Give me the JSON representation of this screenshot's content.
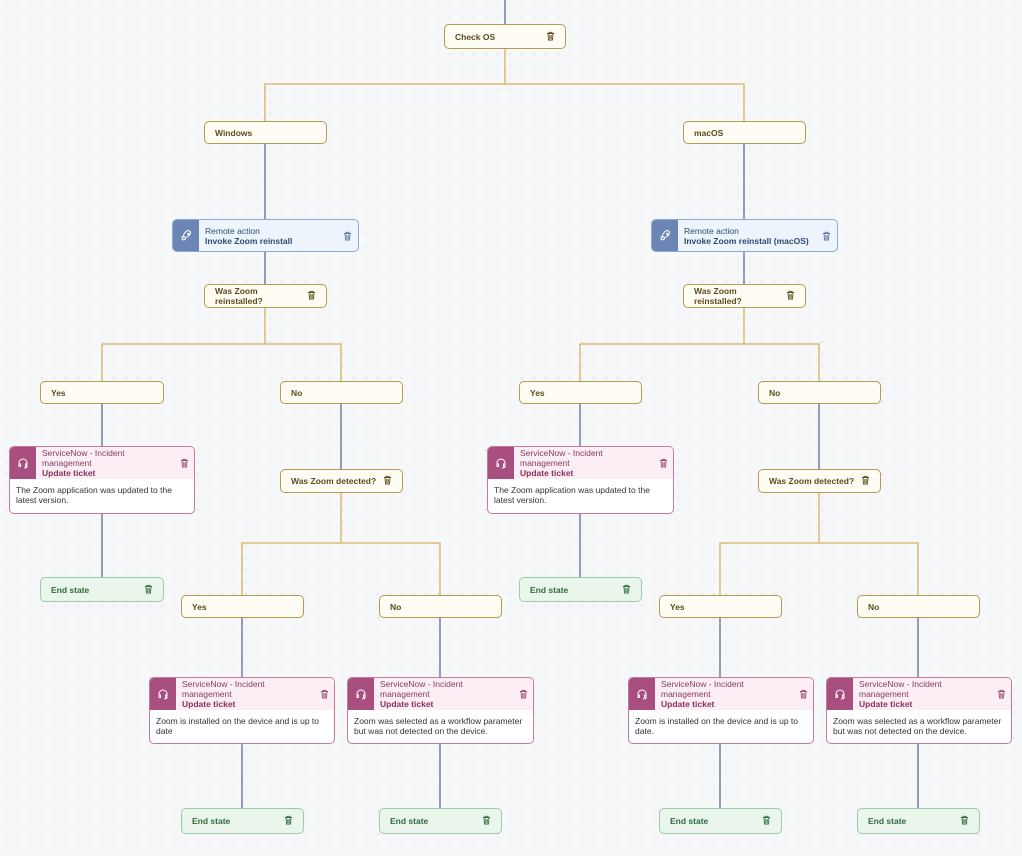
{
  "colors": {
    "gold_edge": "#d8b15e",
    "blue_edge": "#5a6f97",
    "remote_accent": "#6b86b4",
    "servicenow_accent": "#a94f80"
  },
  "nodes": {
    "check_os": "Check OS",
    "windows": "Windows",
    "macos": "macOS",
    "remote_win": {
      "subtitle": "Remote action",
      "title": "Invoke Zoom reinstall"
    },
    "remote_mac": {
      "subtitle": "Remote action",
      "title": "Invoke Zoom reinstall (macOS)"
    },
    "reinstalled_win": "Was Zoom reinstalled?",
    "reinstalled_mac": "Was Zoom reinstalled?",
    "yes_w1": "Yes",
    "no_w1": "No",
    "yes_m1": "Yes",
    "no_m1": "No",
    "snow_w1": {
      "subtitle": "ServiceNow - Incident management",
      "title": "Update ticket",
      "body": "The Zoom application was updated to the latest version."
    },
    "snow_m1": {
      "subtitle": "ServiceNow - Incident management",
      "title": "Update ticket",
      "body": "The Zoom application was updated to the latest version."
    },
    "detected_win": "Was Zoom detected?",
    "detected_mac": "Was Zoom detected?",
    "end_w1": "End state",
    "end_m1": "End state",
    "yes_w2": "Yes",
    "no_w2": "No",
    "yes_m2": "Yes",
    "no_m2": "No",
    "snow_w2": {
      "subtitle": "ServiceNow - Incident management",
      "title": "Update ticket",
      "body": "Zoom is installed on the device and is up to date"
    },
    "snow_w3": {
      "subtitle": "ServiceNow - Incident management",
      "title": "Update ticket",
      "body": "Zoom was selected as a workflow parameter but was not detected on the device."
    },
    "snow_m2": {
      "subtitle": "ServiceNow - Incident management",
      "title": "Update ticket",
      "body": "Zoom is installed on the device and is up to date."
    },
    "snow_m3": {
      "subtitle": "ServiceNow - Incident management",
      "title": "Update ticket",
      "body": "Zoom was selected as a workflow parameter but was not detected on the device."
    },
    "end_w2": "End state",
    "end_w3": "End state",
    "end_m2": "End state",
    "end_m3": "End state"
  },
  "icons": {
    "trash": "trash-icon",
    "remote": "rocket-icon",
    "servicenow": "headset-icon"
  }
}
